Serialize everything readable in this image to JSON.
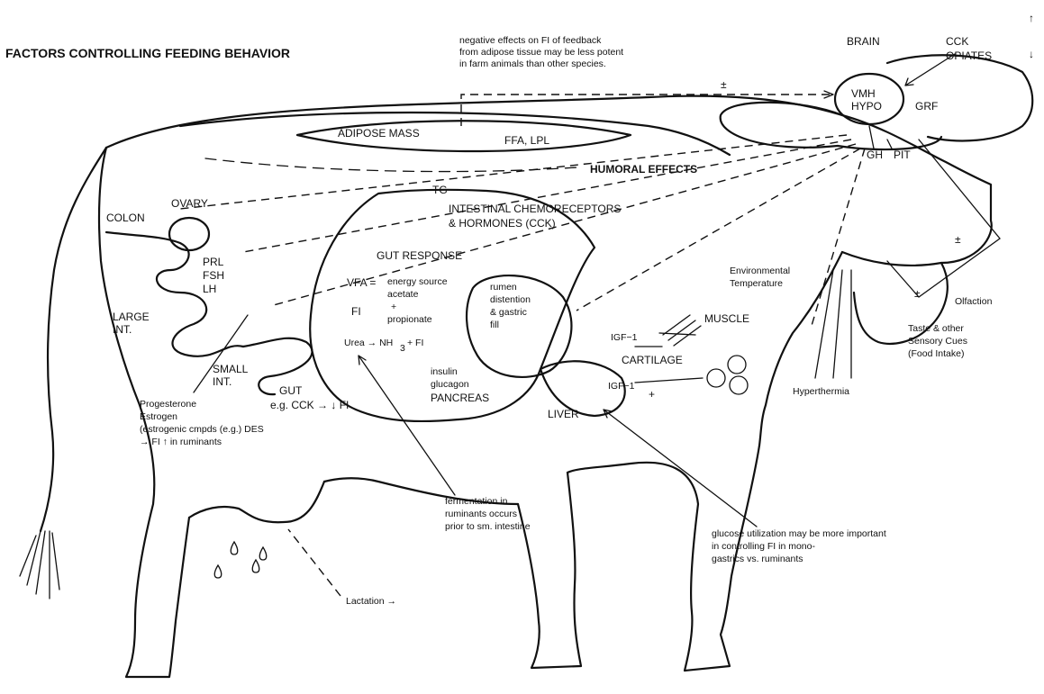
{
  "title": "FACTORS CONTROLLING FEEDING BEHAVIOR",
  "top_note": [
    "negative effects on FI of feedback",
    "from adipose tissue may be less potent",
    "in farm animals than other species."
  ],
  "brain": {
    "label": "BRAIN",
    "cck": "CCK",
    "opiates": "OPIATES",
    "vmh": "VMH",
    "hypo": "HYPO",
    "grf": "GRF",
    "gh": "GH",
    "pit": "PIT",
    "pm": "±"
  },
  "adipose": {
    "label": "ADIPOSE MASS",
    "ffa": "FFA, LPL",
    "humoral": "HUMORAL EFFECTS",
    "tg": "TG"
  },
  "reproductive": {
    "colon": "COLON",
    "ovary": "OVARY",
    "prl": "PRL",
    "fsh": "FSH",
    "lh": "LH",
    "large_int": [
      "LARGE",
      "INT."
    ],
    "small_int": [
      "SMALL",
      "INT."
    ]
  },
  "intestinal": [
    "INTESTINAL CHEMORECEPTORS",
    "& HORMONES (CCK)"
  ],
  "gut": {
    "response": "GUT RESPONSE",
    "vfa": "VFA =",
    "vfa_lines": [
      "energy source",
      "acetate",
      "+",
      "propionate"
    ],
    "fi": "FI",
    "urea": "Urea → NH",
    "urea_sub": "3",
    "urea_fi": "+ FI",
    "rumen": [
      "rumen",
      "distention",
      "& gastric",
      "fill"
    ],
    "insulin": "insulin",
    "glucagon": "glucagon",
    "pancreas": "PANCREAS",
    "gut": "GUT",
    "cck": "e.g. CCK → ↓ FI"
  },
  "hormones": [
    "Progesterone",
    "Estrogen",
    "(estrogenic cmpds (e.g.) DES",
    "→ FI  ↑ in ruminants"
  ],
  "fermentation": [
    "fermentation in",
    "ruminants occurs",
    "prior to sm. intestine"
  ],
  "lactation": "Lactation →",
  "igf1": "IGF−1",
  "igf2": "IGF−1",
  "muscle": "MUSCLE",
  "cartilage": "CARTILAGE",
  "liver": "LIVER",
  "plus": "+",
  "environment": [
    "Environmental",
    "Temperature"
  ],
  "olfaction": "Olfaction",
  "taste": [
    "Taste & other",
    "Sensory Cues",
    "(Food Intake)"
  ],
  "hyperthermia": "Hyperthermia",
  "glucose": [
    "glucose utilization may be more important",
    "in controlling FI in mono-",
    "gastrics vs. ruminants"
  ],
  "margin_symbols": [
    "↑",
    "↓"
  ]
}
